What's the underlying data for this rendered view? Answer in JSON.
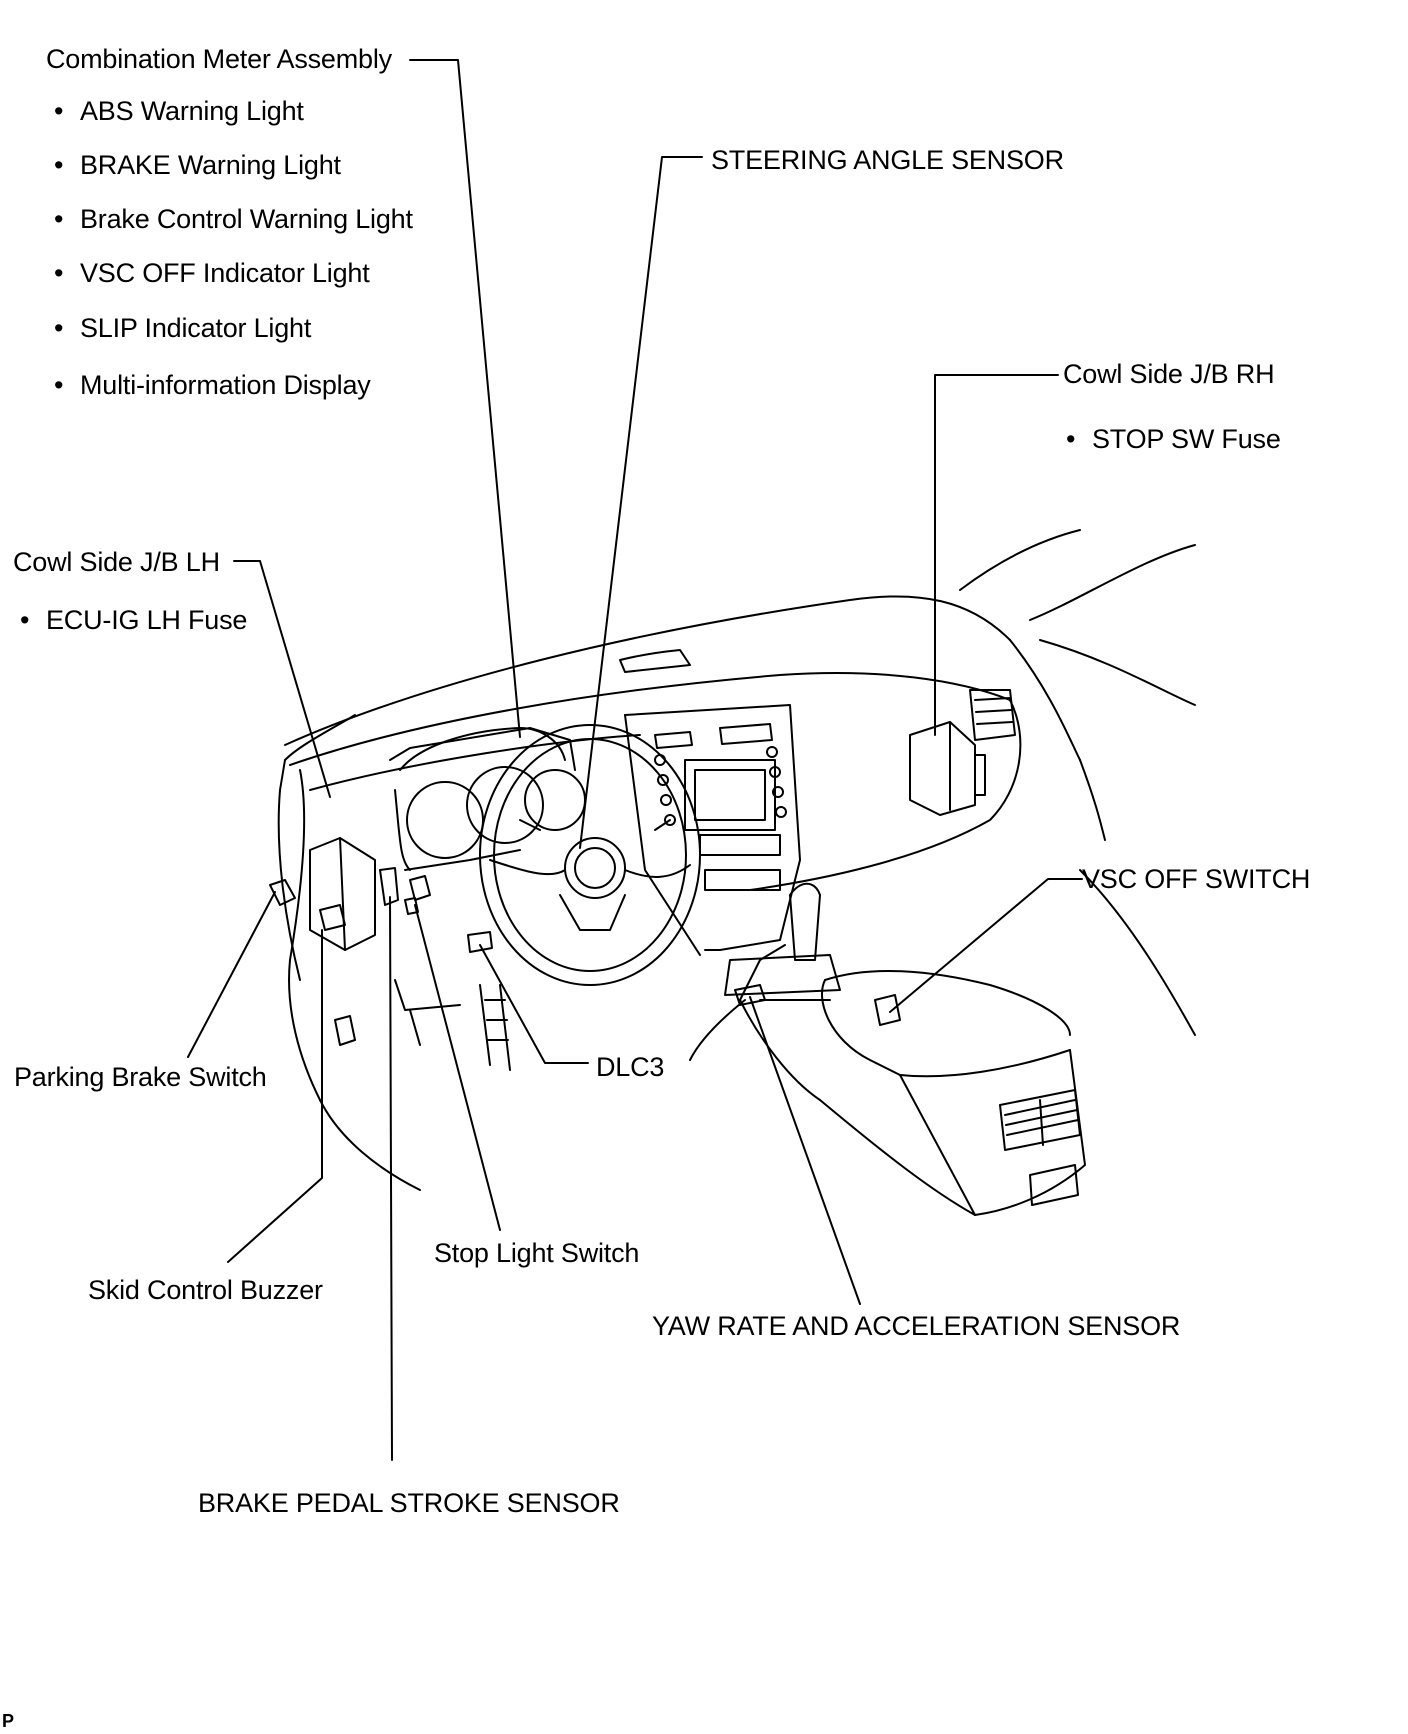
{
  "callouts": {
    "combination_meter": {
      "title": "Combination Meter Assembly",
      "items": [
        "ABS Warning Light",
        "BRAKE Warning Light",
        "Brake Control Warning Light",
        "VSC OFF Indicator Light",
        "SLIP Indicator Light",
        "Multi-information Display"
      ]
    },
    "steering_angle_sensor": "STEERING ANGLE SENSOR",
    "cowl_side_jb_rh": {
      "title": "Cowl Side J/B RH",
      "item": "STOP SW Fuse"
    },
    "cowl_side_jb_lh": {
      "title": "Cowl Side J/B LH",
      "item": "ECU-IG LH Fuse"
    },
    "vsc_off_switch": "VSC OFF SWITCH",
    "parking_brake_switch": "Parking Brake Switch",
    "dlc3": "DLC3",
    "stop_light_switch": "Stop Light Switch",
    "skid_control_buzzer": "Skid Control Buzzer",
    "yaw_rate_sensor": "YAW RATE AND ACCELERATION SENSOR",
    "brake_pedal_stroke_sensor": "BRAKE PEDAL STROKE SENSOR"
  },
  "figure_id": "P"
}
